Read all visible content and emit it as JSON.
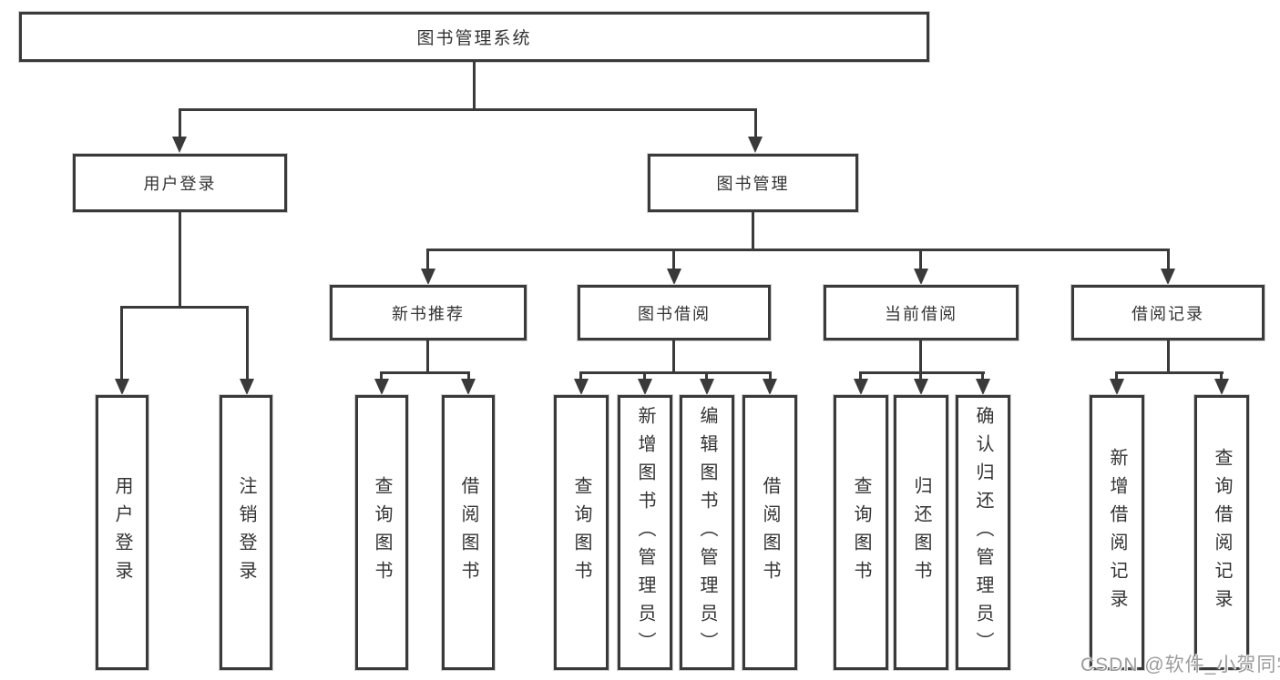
{
  "diagram": {
    "title": "图书管理系统",
    "type": "hierarchy-tree",
    "colors": {
      "background": "#ffffff",
      "box_border": "#3a3a3a",
      "line": "#3a3a3a",
      "text": "#333333",
      "watermark_text": "#9c9c9c"
    },
    "nodes": {
      "root": {
        "label": "图书管理系统"
      },
      "user_login": {
        "label": "用户登录"
      },
      "book_mgmt": {
        "label": "图书管理"
      },
      "new_book_rec": {
        "label": "新书推荐"
      },
      "book_borrow": {
        "label": "图书借阅"
      },
      "current_borrow": {
        "label": "当前借阅"
      },
      "borrow_record": {
        "label": "借阅记录"
      },
      "leaf_user_login": {
        "label": "用户登录"
      },
      "leaf_logout": {
        "label": "注销登录"
      },
      "leaf_rec_query": {
        "label": "查询图书"
      },
      "leaf_rec_borrow": {
        "label": "借阅图书"
      },
      "leaf_bb_query": {
        "label": "查询图书"
      },
      "leaf_bb_add": {
        "label": "新增图书（管理员）"
      },
      "leaf_bb_edit": {
        "label": "编辑图书（管理员）"
      },
      "leaf_bb_borrow": {
        "label": "借阅图书"
      },
      "leaf_cb_query": {
        "label": "查询图书"
      },
      "leaf_cb_return": {
        "label": "归还图书"
      },
      "leaf_cb_confirm": {
        "label": "确认归还（管理员）"
      },
      "leaf_br_add": {
        "label": "新增借阅记录"
      },
      "leaf_br_query": {
        "label": "查询借阅记录"
      }
    },
    "edges": [
      [
        "root",
        "user_login"
      ],
      [
        "root",
        "book_mgmt"
      ],
      [
        "user_login",
        "leaf_user_login"
      ],
      [
        "user_login",
        "leaf_logout"
      ],
      [
        "book_mgmt",
        "new_book_rec"
      ],
      [
        "book_mgmt",
        "book_borrow"
      ],
      [
        "book_mgmt",
        "current_borrow"
      ],
      [
        "book_mgmt",
        "borrow_record"
      ],
      [
        "new_book_rec",
        "leaf_rec_query"
      ],
      [
        "new_book_rec",
        "leaf_rec_borrow"
      ],
      [
        "book_borrow",
        "leaf_bb_query"
      ],
      [
        "book_borrow",
        "leaf_bb_add"
      ],
      [
        "book_borrow",
        "leaf_bb_edit"
      ],
      [
        "book_borrow",
        "leaf_bb_borrow"
      ],
      [
        "current_borrow",
        "leaf_cb_query"
      ],
      [
        "current_borrow",
        "leaf_cb_return"
      ],
      [
        "current_borrow",
        "leaf_cb_confirm"
      ],
      [
        "borrow_record",
        "leaf_br_add"
      ],
      [
        "borrow_record",
        "leaf_br_query"
      ]
    ],
    "watermark": "CSDN @软件_小贺同学"
  }
}
